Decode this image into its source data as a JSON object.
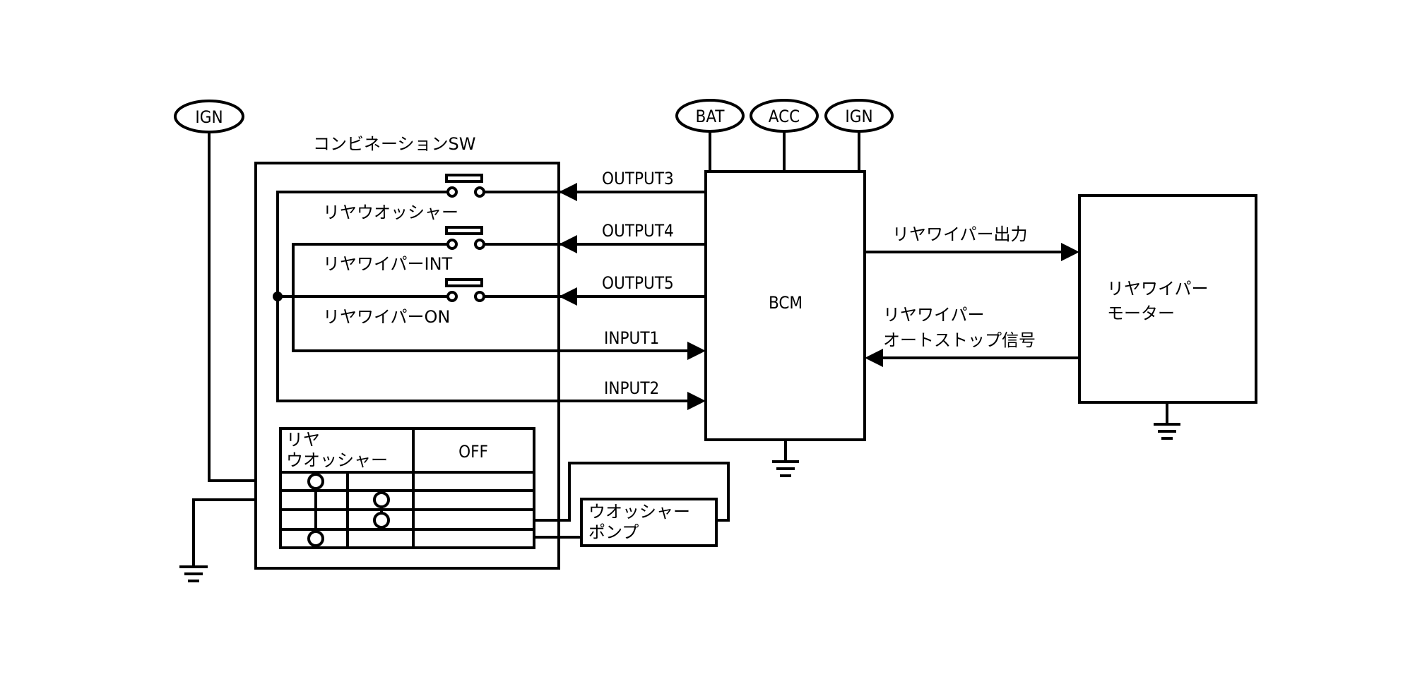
{
  "diagram": {
    "title": "コンビネーションSW",
    "power_sources": {
      "left_ign": "IGN",
      "bat": "BAT",
      "acc": "ACC",
      "bcm_ign": "IGN"
    },
    "combination_switch": {
      "label": "コンビネーションSW",
      "switches": [
        {
          "label": "リヤウオッシャー",
          "signal": "OUTPUT3"
        },
        {
          "label": "リヤワイパーINT",
          "signal": "OUTPUT4"
        },
        {
          "label": "リヤワイパーON",
          "signal": "OUTPUT5"
        }
      ],
      "inputs": [
        "INPUT1",
        "INPUT2"
      ],
      "washer_table": {
        "header_line1": "リヤ",
        "header_line2": "ウオッシャー",
        "off_label": "OFF"
      }
    },
    "bcm": {
      "label": "BCM"
    },
    "washer_pump": {
      "line1": "ウオッシャー",
      "line2": "ポンプ"
    },
    "wiper_motor": {
      "line1": "リヤワイパー",
      "line2": "モーター"
    },
    "signals": {
      "wiper_output": "リヤワイパー出力",
      "autostop_line1": "リヤワイパー",
      "autostop_line2": "オートストップ信号"
    }
  }
}
